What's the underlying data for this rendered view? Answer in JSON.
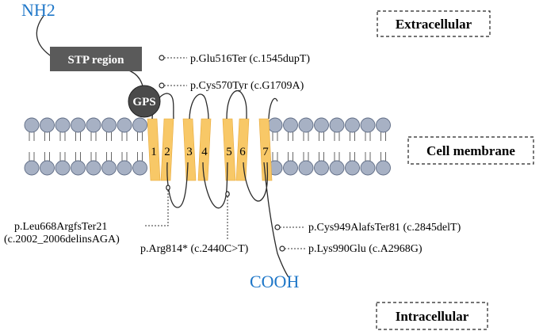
{
  "regions": {
    "extracellular": "Extracellular",
    "cell_membrane": "Cell membrane",
    "intracellular": "Intracellular"
  },
  "termini": {
    "n_terminus": "NH2",
    "c_terminus": "COOH"
  },
  "domains": {
    "stp_region": "STP region",
    "gps": "GPS"
  },
  "helices": [
    "1",
    "2",
    "3",
    "4",
    "5",
    "6",
    "7"
  ],
  "mutations": {
    "glu516": "p.Glu516Ter (c.1545dupT)",
    "cys570": "p.Cys570Tyr (c.G1709A)",
    "leu668_protein": "p.Leu668ArgfsTer21",
    "leu668_cdna": "(c.2002_2006delinsAGA)",
    "arg814": "p.Arg814* (c.2440C>T)",
    "cys949": "p.Cys949AlafsTer81 (c.2845delT)",
    "lys990": "p.Lys990Glu (c.A2968G)"
  },
  "colors": {
    "terminus_text": "#1f77c8",
    "helix_fill": "#f8c867",
    "lipid_head": "#a7b1c4",
    "stp_box": "#5a5a5a",
    "gps_circle": "#4a4a4a"
  }
}
